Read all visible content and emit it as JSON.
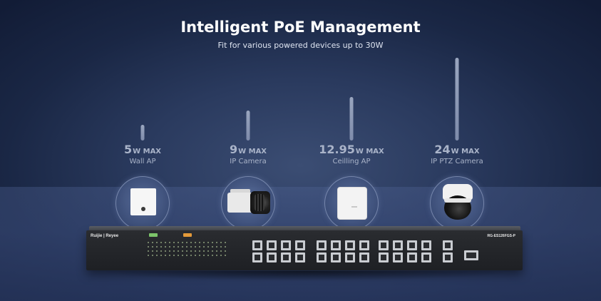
{
  "header": {
    "title": "Intelligent PoE Management",
    "subtitle": "Fit for various powered devices up to 30W"
  },
  "devices": [
    {
      "value": "5",
      "unit": "W MAX",
      "name": "Wall AP",
      "power_w": 5
    },
    {
      "value": "9",
      "unit": "W MAX",
      "name": "IP Camera",
      "power_w": 9
    },
    {
      "value": "12.95",
      "unit": "W MAX",
      "name": "Ceilling AP",
      "power_w": 12.95
    },
    {
      "value": "24",
      "unit": "W MAX",
      "name": "IP  PTZ Camera",
      "power_w": 24
    }
  ],
  "switch": {
    "brand": "Ruijie | Reyee",
    "model": "RG-ES126FGS-P"
  },
  "colors": {
    "background": "#1a2745",
    "spec_text": "#aab4c9",
    "switch_body": "#1e2024"
  }
}
